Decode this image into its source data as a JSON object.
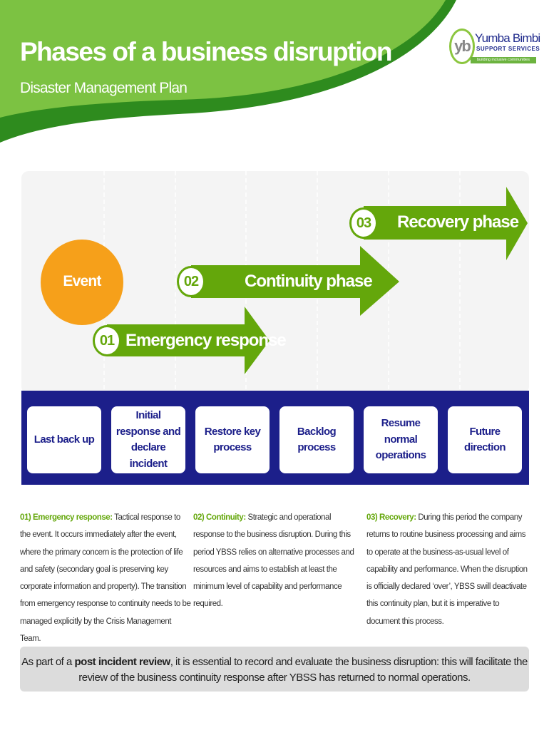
{
  "header": {
    "title": "Phases of a business disruption",
    "subtitle": "Disaster Management Plan"
  },
  "logo": {
    "mark": "yb",
    "name": "Yumba Bimbi",
    "line2": "SUPPORT SERVICES",
    "tagline": "building inclusive communities"
  },
  "event_label": "Event",
  "phases": [
    {
      "num": "01",
      "label": "Emergency response"
    },
    {
      "num": "02",
      "label": "Continuity phase"
    },
    {
      "num": "03",
      "label": "Recovery phase"
    }
  ],
  "steps": [
    "Last back up",
    "Initial response and declare incident",
    "Restore key process",
    "Backlog process",
    "Resume normal operations",
    "Future direction"
  ],
  "descriptions": [
    {
      "heading": "01) Emergency response:",
      "text": " Tactical response to the event. It occurs immediately after the event, where the primary concern is the protection of life and safety (secondary goal is preserving key corporate information and property). The transition from emergency response to continuity needs to be managed explicitly by the Crisis Management Team."
    },
    {
      "heading": "02) Continuity:",
      "text": " Strategic and operational response to the business disruption. During this period YBSS relies on alternative processes and resources and aims to establish at least the minimum level of capability and performance required."
    },
    {
      "heading": "03) Recovery:",
      "text": " During this period the company returns to routine business processing and aims to operate at the business-as-usual level of capability and performance. When the disruption is officially declared ‘over’, YBSS swill deactivate this continuity plan, but it is imperative to document this process."
    }
  ],
  "note": {
    "pre": "As part of a ",
    "bold": "post incident review",
    "post": ", it is essential to record and evaluate the business disruption: this will facilitate the review of the business continuity response after YBSS has returned to normal operations."
  },
  "colors": {
    "green": "#64a70b",
    "light_green": "#7cc242",
    "navy": "#1c1f8a",
    "orange": "#f6a01a"
  }
}
